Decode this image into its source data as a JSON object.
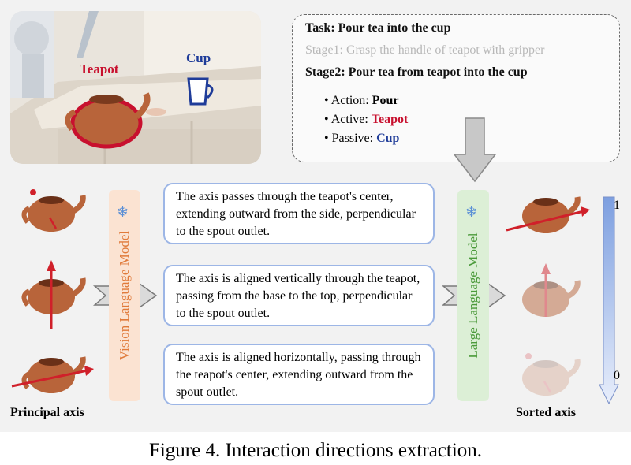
{
  "photo": {
    "teapot_label": "Teapot",
    "cup_label": "Cup",
    "teapot_color": "#c8102e",
    "cup_color": "#1f3c99"
  },
  "task": {
    "task_line": "Task: Pour tea into the cup",
    "stage1_line": "Stage1: Grasp the handle of teapot with gripper",
    "stage2_line": "Stage2: Pour tea from teapot into the cup",
    "bullets": [
      {
        "bullet": "•",
        "key": "Action: ",
        "value": "Pour",
        "color": "#000000"
      },
      {
        "bullet": "•",
        "key": "Active: ",
        "value": "Teapot",
        "color": "#c8102e"
      },
      {
        "bullet": "•",
        "key": "Passive: ",
        "value": "Cup",
        "color": "#1f3c99"
      }
    ]
  },
  "vlm": {
    "prefix": "Vision ",
    "prefix_initial": "Vision",
    "label_parts": [
      "V",
      "ision ",
      "L",
      "anguage ",
      "M",
      "odel"
    ],
    "color": "#e07a3a",
    "snowflake": "❄"
  },
  "llm": {
    "label_parts": [
      "L",
      "arge ",
      "L",
      "anguage ",
      "M",
      "odel"
    ],
    "color": "#4b9a3a",
    "snowflake": "❄"
  },
  "descriptions": [
    "The axis passes through the teapot's center, extending outward from the side, perpendicular to the spout outlet.",
    "The axis is aligned vertically through the teapot, passing from the base to the top, perpendicular to the spout outlet.",
    "The axis is aligned horizontally, passing through the teapot's center, extending outward from the spout outlet."
  ],
  "axes": {
    "principal_label": "Principal axis",
    "sorted_label": "Sorted axis",
    "scale_top": "1",
    "scale_bottom": "0"
  },
  "caption": "Figure 4. Interaction directions extraction."
}
